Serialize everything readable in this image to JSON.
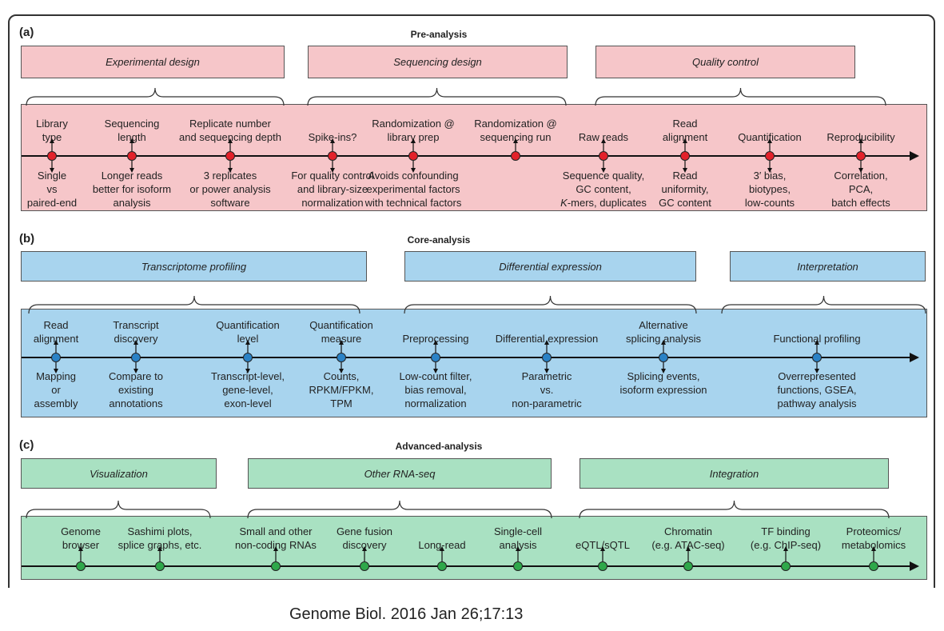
{
  "caption": "Genome Biol. 2016 Jan 26;17:13",
  "colors": {
    "pink_fill": "#f6c6c9",
    "blue_fill": "#a8d4ee",
    "green_fill": "#a9e1c2",
    "pink_dot": "#e3212a",
    "blue_dot": "#2a82c6",
    "green_dot": "#2ea84a"
  },
  "panels": [
    {
      "letter": "(a)",
      "title": "Pre-analysis",
      "categories": [
        "Experimental design",
        "Sequencing design",
        "Quality control"
      ],
      "steps": [
        {
          "top": "Library\ntype",
          "bottom": "Single\nvs\npaired-end"
        },
        {
          "top": "Sequencing\nlength",
          "bottom": "Longer reads\nbetter for isoform\nanalysis"
        },
        {
          "top": "Replicate number\nand sequencing depth",
          "bottom": "3 replicates\nor power analysis\nsoftware"
        },
        {
          "top": "Spike-ins?",
          "bottom": "For quality control\nand library-size\nnormalization"
        },
        {
          "top": "Randomization @\nlibrary prep",
          "bottom": "Avoids confounding\nexperimental factors\nwith technical factors"
        },
        {
          "top": "Randomization @\nsequencing run",
          "bottom": ""
        },
        {
          "top": "Raw reads",
          "bottom": "Sequence quality,\nGC content,\nK-mers, duplicates"
        },
        {
          "top": "Read\nalignment",
          "bottom": "Read\nuniformity,\nGC content"
        },
        {
          "top": "Quantification",
          "bottom": "3′ bias,\nbiotypes,\nlow-counts"
        },
        {
          "top": "Reproducibility",
          "bottom": "Correlation,\nPCA,\nbatch effects"
        }
      ]
    },
    {
      "letter": "(b)",
      "title": "Core-analysis",
      "categories": [
        "Transcriptome profiling",
        "Differential expression",
        "Interpretation"
      ],
      "steps": [
        {
          "top": "Read\nalignment",
          "bottom": "Mapping\nor\nassembly"
        },
        {
          "top": "Transcript\ndiscovery",
          "bottom": "Compare to\nexisting\nannotations"
        },
        {
          "top": "Quantification\nlevel",
          "bottom": "Transcript-level,\ngene-level,\nexon-level"
        },
        {
          "top": "Quantification\nmeasure",
          "bottom": "Counts,\nRPKM/FPKM,\nTPM"
        },
        {
          "top": "Preprocessing",
          "bottom": "Low-count filter,\nbias removal,\nnormalization"
        },
        {
          "top": "Differential expression",
          "bottom": "Parametric\nvs.\nnon-parametric"
        },
        {
          "top": "Alternative\nsplicing analysis",
          "bottom": "Splicing events,\nisoform expression"
        },
        {
          "top": "Functional profiling",
          "bottom": "Overrepresented\nfunctions, GSEA,\npathway analysis"
        }
      ]
    },
    {
      "letter": "(c)",
      "title": "Advanced-analysis",
      "categories": [
        "Visualization",
        "Other RNA-seq",
        "Integration"
      ],
      "steps": [
        {
          "top": "Genome\nbrowser",
          "bottom": ""
        },
        {
          "top": "Sashimi plots,\nsplice graphs, etc.",
          "bottom": ""
        },
        {
          "top": "Small and other\nnon-coding RNAs",
          "bottom": ""
        },
        {
          "top": "Gene fusion\ndiscovery",
          "bottom": ""
        },
        {
          "top": "Long-read",
          "bottom": ""
        },
        {
          "top": "Single-cell\nanalysis",
          "bottom": ""
        },
        {
          "top": "eQTL/sQTL",
          "bottom": ""
        },
        {
          "top": "Chromatin\n(e.g. ATAC-seq)",
          "bottom": ""
        },
        {
          "top": "TF binding\n(e.g. ChIP-seq)",
          "bottom": ""
        },
        {
          "top": "Proteomics/\nmetabolomics",
          "bottom": ""
        }
      ]
    }
  ]
}
